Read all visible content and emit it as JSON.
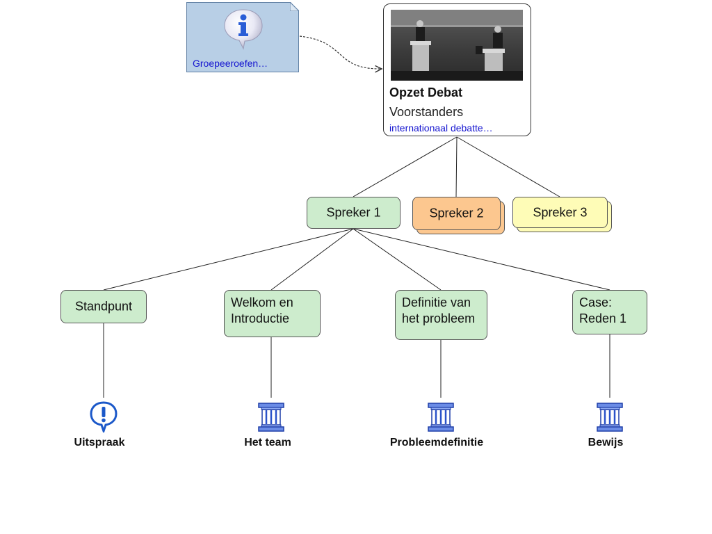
{
  "note": {
    "link_text": "Groepeeroefen…",
    "icon": "info-speech-bubble-icon",
    "color": "#b8cfe6"
  },
  "central": {
    "title": "Opzet Debat",
    "subtitle": "Voorstanders",
    "link_text": "internationaal debatte…",
    "image": "debate-photo"
  },
  "speakers": [
    {
      "label": "Spreker 1",
      "color": "#cdeccd"
    },
    {
      "label": "Spreker 2",
      "color": "#fcc78f",
      "collapsed": true
    },
    {
      "label": "Spreker 3",
      "color": "#fefcb7",
      "collapsed": true
    }
  ],
  "subtopics": [
    {
      "label": "Standpunt",
      "leaf": {
        "label": "Uitspraak",
        "icon": "exclamation-bubble-icon"
      }
    },
    {
      "label": "Welkom en\nIntroductie",
      "leaf": {
        "label": "Het team",
        "icon": "pillar-icon"
      }
    },
    {
      "label": "Definitie van\nhet probleem",
      "leaf": {
        "label": "Probleemdefinitie",
        "icon": "pillar-icon"
      }
    },
    {
      "label": "Case:\nReden 1",
      "leaf": {
        "label": "Bewijs",
        "icon": "pillar-icon"
      }
    }
  ]
}
